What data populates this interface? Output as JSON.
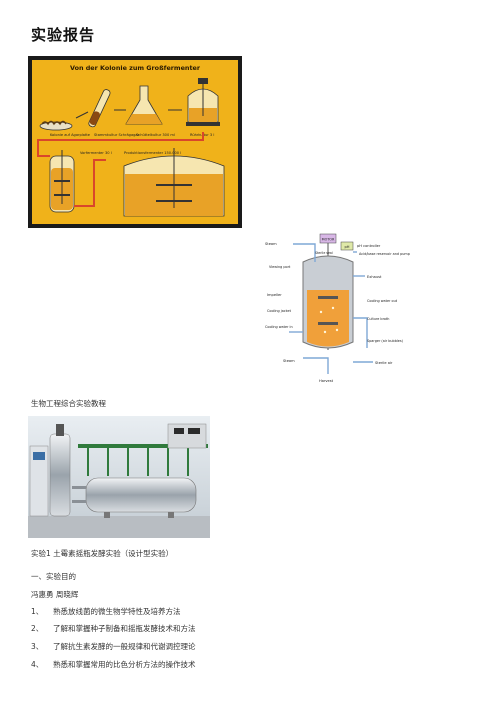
{
  "doc": {
    "title": "实验报告",
    "textbook": "生物工程综合实验教程",
    "experiment": "实验1 土霉素摇瓶发酵实验（设计型实验）",
    "section": "一、实验目的",
    "authors": "冯惠勇 周晓辉",
    "objectives": [
      {
        "num": "1、",
        "text": "熟悉放线菌的微生物学特性及培养方法"
      },
      {
        "num": "2、",
        "text": "了解和掌握种子制备和摇瓶发酵技术和方法"
      },
      {
        "num": "3、",
        "text": "了解抗生素发酵的一般规律和代谢调控理论"
      },
      {
        "num": "4、",
        "text": "熟悉和掌握常用的比色分析方法的操作技术"
      }
    ]
  },
  "figure1": {
    "title": "Von der Kolonie zum Großfermenter",
    "labels": {
      "kolonie": "Kolonie auf Agarplatte",
      "stamm": "Stammkultur Schrägagar",
      "schuettel": "Schüttelkultur 300 ml",
      "ruehr": "Rührkultur 3 l",
      "vor": "Vorfermenter 30 l",
      "prod": "Produktionsfermenter 150.000 l"
    },
    "colors": {
      "bg": "#f0b21a",
      "liquid": "#f5c94a",
      "pipe": "#d9462b",
      "frame": "#1a1a1a"
    }
  },
  "figure2": {
    "labels": {
      "motor": "MOTOR",
      "ph": "pH",
      "steam_top": "Steam",
      "sterile_seal": "Sterile seal",
      "ph_controller": "pH controller",
      "acid_base": "Acid/base reservoir and pump",
      "viewing_port": "Viewing port",
      "exhaust": "Exhaust",
      "impeller": "Impeller",
      "cooling_jacket": "Cooling jacket",
      "cooling_water_out": "Cooling water out",
      "cooling_water_in": "Cooling water in",
      "culture_broth": "Culture broth",
      "sparger": "Sparger (air bubbles)",
      "steam_bottom": "Steam",
      "sterile_air": "Sterile air",
      "harvest": "Harvest"
    },
    "colors": {
      "liquid": "#f0a03a",
      "pipe": "#7fa8d6",
      "vessel": "#9aa0a8"
    }
  }
}
